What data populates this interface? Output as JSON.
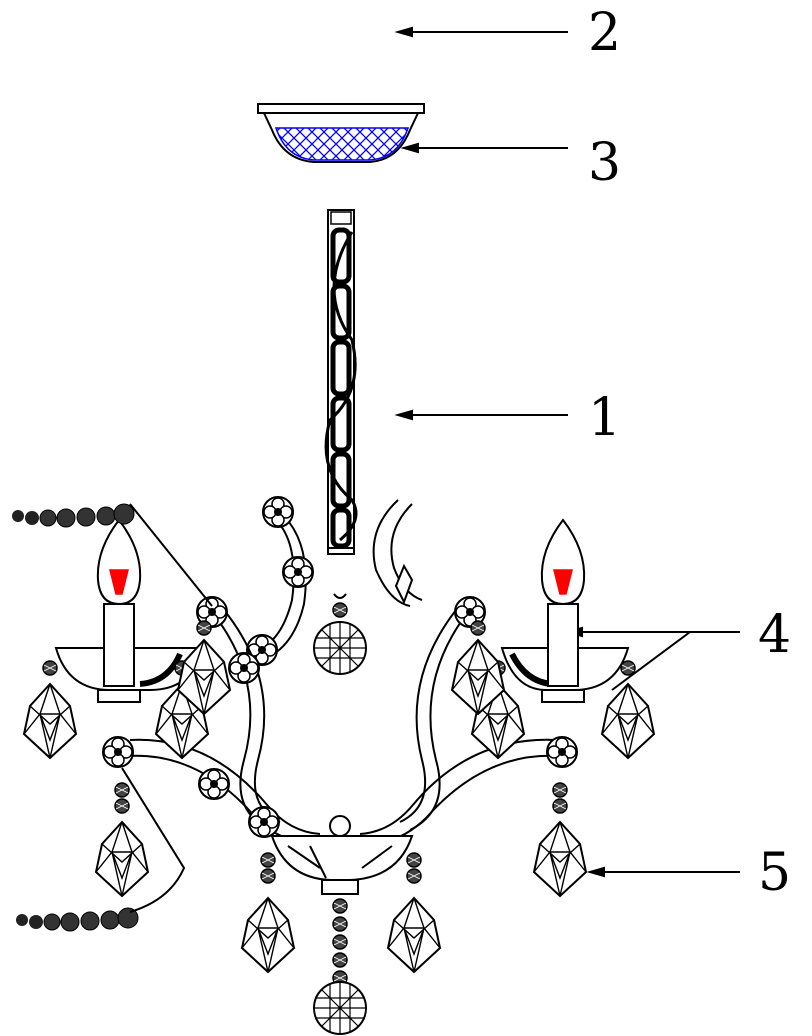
{
  "diagram": {
    "callouts": [
      {
        "id": "callout-2",
        "label": "2"
      },
      {
        "id": "callout-3",
        "label": "3"
      },
      {
        "id": "callout-1",
        "label": "1"
      },
      {
        "id": "callout-4",
        "label": "4"
      },
      {
        "id": "callout-5",
        "label": "5"
      }
    ]
  },
  "colors": {
    "line": "#000000",
    "canopy_mesh": "#0000ff",
    "bulb_filament": "#ff0000",
    "bead_accent": "#000080"
  }
}
